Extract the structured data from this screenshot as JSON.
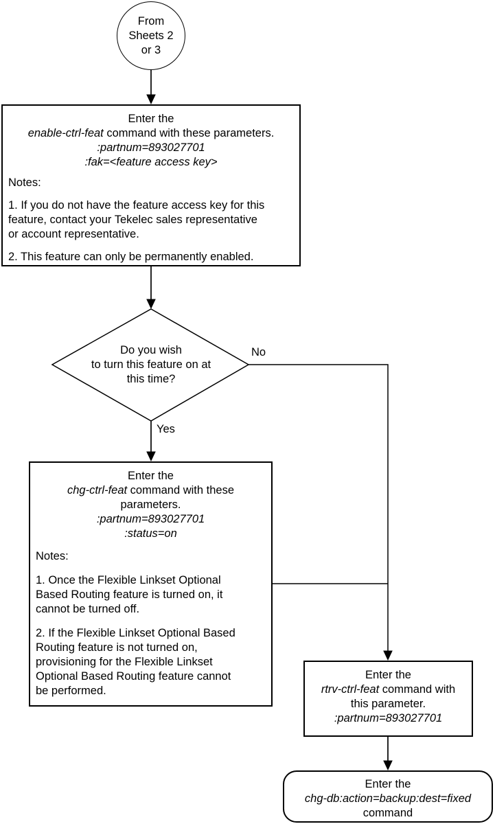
{
  "page": {
    "background": "#ffffff",
    "line_color": "#000000",
    "text_color": "#000000"
  },
  "flowchart": {
    "start": {
      "text": "From\nSheets 2\nor 3"
    },
    "enable_box": {
      "intro": "Enter the",
      "command": "enable-ctrl-feat",
      "intro_rest": " command with these parameters.",
      "param1": ":partnum=893027701",
      "param2": ":fak=<feature access key>",
      "notes_title": "Notes:",
      "note1": "1. If you do not have the feature access key for this\nfeature, contact your Tekelec sales representative\nor account representative.",
      "note2": "2. This feature can only be permanently enabled."
    },
    "decision": {
      "question": "Do you wish\nto turn this feature on at\nthis time?",
      "no_label": "No",
      "yes_label": "Yes"
    },
    "chg_box": {
      "intro": "Enter the",
      "command": "chg-ctrl-feat",
      "intro_rest": " command with these",
      "intro_line3": "parameters.",
      "param1": ":partnum=893027701",
      "param2": ":status=on",
      "notes_title": "Notes:",
      "note1": "1. Once the Flexible Linkset Optional\nBased Routing feature is turned on, it\ncannot be turned off.",
      "note2": "2. If the Flexible Linkset Optional Based\nRouting feature is not turned on,\nprovisioning for the Flexible Linkset\nOptional Based Routing feature cannot\nbe performed."
    },
    "rtrv_box": {
      "intro": "Enter the",
      "command": "rtrv-ctrl-feat",
      "intro_rest": " command with",
      "intro_line3": "this parameter.",
      "param1": ":partnum=893027701"
    },
    "backup_terminator": {
      "intro": "Enter the",
      "command": "chg-db:action=backup:dest=fixed",
      "outro": "command"
    }
  }
}
